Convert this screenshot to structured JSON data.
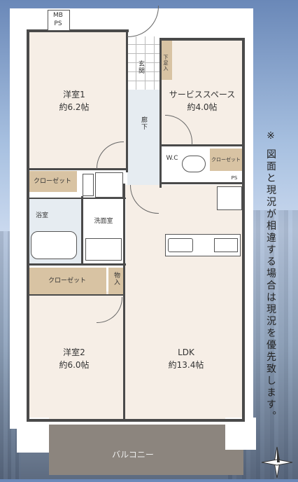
{
  "rooms": {
    "western1": {
      "name": "洋室1",
      "size": "約6.2帖"
    },
    "service_space": {
      "name": "サービススペース",
      "size": "約4.0帖"
    },
    "western2": {
      "name": "洋室2",
      "size": "約6.0帖"
    },
    "ldk": {
      "name": "LDK",
      "size": "約13.4帖"
    },
    "hallway": "廊下",
    "entrance": "玄関",
    "shoe_storage": "下足入",
    "wc": "W.C",
    "bathroom": "浴室",
    "washroom": "洗面室",
    "storage": "物入",
    "balcony": "バルコニー"
  },
  "closets": {
    "closet1": "クローゼット",
    "closet2": "クローゼット",
    "closet3": "クローゼット"
  },
  "ps": {
    "mbps_line1": "MB",
    "mbps_line2": "PS",
    "ps_small": "PS",
    "ps_vertical": "PS"
  },
  "note": {
    "mark": "※",
    "text": "図面と現況が相違する場合は現況を優先致します。"
  },
  "colors": {
    "floor": "#f6eee6",
    "closet": "#d8c3a3",
    "wall": "#4a4a4a",
    "balcony": "#8c857e"
  },
  "icons": [
    "compass-icon"
  ]
}
